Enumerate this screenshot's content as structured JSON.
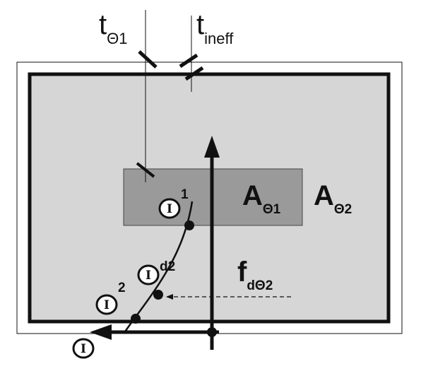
{
  "labels": {
    "t_theta1": {
      "main": "t",
      "sub": "Θ1"
    },
    "t_ineff": {
      "main": "t",
      "sub": "ineff"
    },
    "A_theta1": {
      "main": "A",
      "sub": "Θ1"
    },
    "A_theta2": {
      "main": "A",
      "sub": "Θ2"
    },
    "f_dtheta2": {
      "main": "f",
      "sub": "dΘ2"
    },
    "theta_1_sub": "1",
    "theta_d2_sub": "d2",
    "theta_2_sub": "2",
    "circle_symbol": "I"
  },
  "colors": {
    "outer_region": "#d6d6d6",
    "inner_region": "#9a9a9a",
    "stroke": "#111111"
  }
}
